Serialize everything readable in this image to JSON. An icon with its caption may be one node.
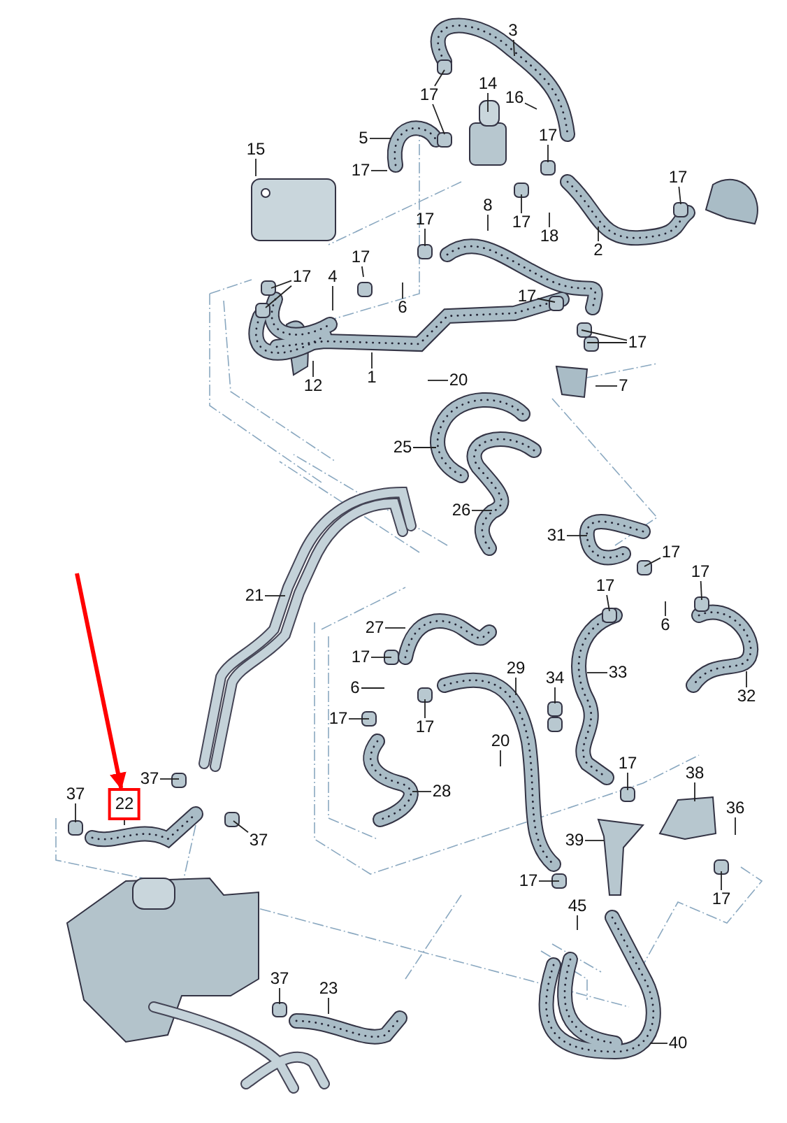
{
  "diagram": {
    "nodes": [
      {
        "text": [
          "3"
        ]
      },
      {
        "text": [
          "14"
        ]
      },
      {
        "text": [
          "17"
        ]
      },
      {
        "text": [
          "16"
        ]
      },
      {
        "text": [
          "5"
        ]
      },
      {
        "text": [
          "15"
        ]
      },
      {
        "text": [
          "17"
        ]
      },
      {
        "text": [
          "17"
        ]
      },
      {
        "text": [
          "17"
        ]
      },
      {
        "text": [
          "17"
        ]
      },
      {
        "text": [
          "18"
        ]
      },
      {
        "text": [
          "8"
        ]
      },
      {
        "text": [
          "17"
        ]
      },
      {
        "text": [
          "17"
        ]
      },
      {
        "text": [
          "2"
        ]
      },
      {
        "text": [
          "17"
        ]
      },
      {
        "text": [
          "4"
        ]
      },
      {
        "text": [
          "6"
        ]
      },
      {
        "text": [
          "17"
        ]
      },
      {
        "text": [
          "17"
        ]
      },
      {
        "text": [
          "12"
        ]
      },
      {
        "text": [
          "1"
        ]
      },
      {
        "text": [
          "20"
        ]
      },
      {
        "text": [
          "7"
        ]
      },
      {
        "text": [
          "25"
        ]
      },
      {
        "text": [
          "26"
        ]
      },
      {
        "text": [
          "31"
        ]
      },
      {
        "text": [
          "17"
        ]
      },
      {
        "text": [
          "17"
        ]
      },
      {
        "text": [
          "17"
        ]
      },
      {
        "text": [
          "6"
        ]
      },
      {
        "text": [
          "21"
        ]
      },
      {
        "text": [
          "27"
        ]
      },
      {
        "text": [
          "33"
        ]
      },
      {
        "text": [
          "29"
        ]
      },
      {
        "text": [
          "17"
        ]
      },
      {
        "text": [
          "6"
        ]
      },
      {
        "text": [
          "32"
        ]
      },
      {
        "text": [
          "34"
        ]
      },
      {
        "text": [
          "17"
        ]
      },
      {
        "text": [
          "17"
        ]
      },
      {
        "text": [
          "20"
        ]
      },
      {
        "text": [
          "37"
        ]
      },
      {
        "text": [
          "37"
        ]
      },
      {
        "text": [
          "22"
        ]
      },
      {
        "text": [
          "28"
        ]
      },
      {
        "text": [
          "17"
        ]
      },
      {
        "text": [
          "38"
        ]
      },
      {
        "text": [
          "36"
        ]
      },
      {
        "text": [
          "37"
        ]
      },
      {
        "text": [
          "39"
        ]
      },
      {
        "text": [
          "17"
        ]
      },
      {
        "text": [
          "17"
        ]
      },
      {
        "text": [
          "45"
        ]
      },
      {
        "text": [
          "37"
        ]
      },
      {
        "text": [
          "23"
        ]
      },
      {
        "text": [
          "40"
        ]
      }
    ],
    "edges": [
      {
        "from": 0,
        "to": null,
        "arrow": "none"
      },
      {
        "from": 1,
        "to": null,
        "arrow": "none"
      },
      {
        "from": 2,
        "to": null,
        "arrow": "none"
      },
      {
        "from": 2,
        "to": null,
        "arrow": "none"
      },
      {
        "from": 3,
        "to": null,
        "arrow": "none"
      },
      {
        "from": 4,
        "to": null,
        "arrow": "none"
      },
      {
        "from": 5,
        "to": null,
        "arrow": "none"
      },
      {
        "from": 6,
        "to": null,
        "arrow": "none"
      },
      {
        "from": 7,
        "to": null,
        "arrow": "none"
      },
      {
        "from": 8,
        "to": null,
        "arrow": "none"
      },
      {
        "from": 9,
        "to": null,
        "arrow": "none"
      },
      {
        "from": 10,
        "to": null,
        "arrow": "none"
      },
      {
        "from": 11,
        "to": null,
        "arrow": "none"
      },
      {
        "from": 12,
        "to": null,
        "arrow": "none"
      },
      {
        "from": 13,
        "to": null,
        "arrow": "none"
      },
      {
        "from": 14,
        "to": null,
        "arrow": "none"
      },
      {
        "from": 15,
        "to": null,
        "arrow": "none"
      },
      {
        "from": 15,
        "to": null,
        "arrow": "none"
      },
      {
        "from": 16,
        "to": null,
        "arrow": "none"
      },
      {
        "from": 17,
        "to": null,
        "arrow": "none"
      },
      {
        "from": 18,
        "to": null,
        "arrow": "none"
      },
      {
        "from": 19,
        "to": null,
        "arrow": "none"
      },
      {
        "from": 19,
        "to": null,
        "arrow": "none"
      },
      {
        "from": 20,
        "to": null,
        "arrow": "none"
      },
      {
        "from": 21,
        "to": null,
        "arrow": "none"
      },
      {
        "from": 22,
        "to": null,
        "arrow": "none"
      },
      {
        "from": 23,
        "to": null,
        "arrow": "none"
      },
      {
        "from": 24,
        "to": null,
        "arrow": "none"
      },
      {
        "from": 25,
        "to": null,
        "arrow": "none"
      },
      {
        "from": 26,
        "to": null,
        "arrow": "none"
      },
      {
        "from": 27,
        "to": null,
        "arrow": "none"
      },
      {
        "from": 28,
        "to": null,
        "arrow": "none"
      },
      {
        "from": 29,
        "to": null,
        "arrow": "none"
      },
      {
        "from": 30,
        "to": null,
        "arrow": "none"
      },
      {
        "from": 31,
        "to": null,
        "arrow": "none"
      },
      {
        "from": 32,
        "to": null,
        "arrow": "none"
      },
      {
        "from": 33,
        "to": null,
        "arrow": "none"
      },
      {
        "from": 34,
        "to": null,
        "arrow": "none"
      },
      {
        "from": 35,
        "to": null,
        "arrow": "none"
      },
      {
        "from": 36,
        "to": null,
        "arrow": "none"
      },
      {
        "from": 37,
        "to": null,
        "arrow": "none"
      },
      {
        "from": 38,
        "to": null,
        "arrow": "none"
      },
      {
        "from": 39,
        "to": null,
        "arrow": "none"
      },
      {
        "from": 40,
        "to": null,
        "arrow": "none"
      },
      {
        "from": 41,
        "to": null,
        "arrow": "none"
      },
      {
        "from": 42,
        "to": null,
        "arrow": "none"
      },
      {
        "from": 43,
        "to": null,
        "arrow": "none"
      },
      {
        "from": 44,
        "to": null,
        "arrow": "none"
      },
      {
        "from": 45,
        "to": null,
        "arrow": "none"
      },
      {
        "from": 46,
        "to": null,
        "arrow": "none"
      },
      {
        "from": 47,
        "to": null,
        "arrow": "none"
      },
      {
        "from": 48,
        "to": null,
        "arrow": "none"
      },
      {
        "from": 49,
        "to": null,
        "arrow": "none"
      },
      {
        "from": 50,
        "to": null,
        "arrow": "none"
      },
      {
        "from": 51,
        "to": null,
        "arrow": "none"
      },
      {
        "from": 52,
        "to": null,
        "arrow": "none"
      },
      {
        "from": 53,
        "to": null,
        "arrow": "none"
      },
      {
        "from": 54,
        "to": null,
        "arrow": "none"
      },
      {
        "from": 55,
        "to": null,
        "arrow": "none"
      },
      {
        "from": 56,
        "to": null,
        "arrow": "none"
      },
      {
        "from": null,
        "to": 44,
        "arrow": "to",
        "style": "thick",
        "color": "#ff0000"
      }
    ]
  }
}
